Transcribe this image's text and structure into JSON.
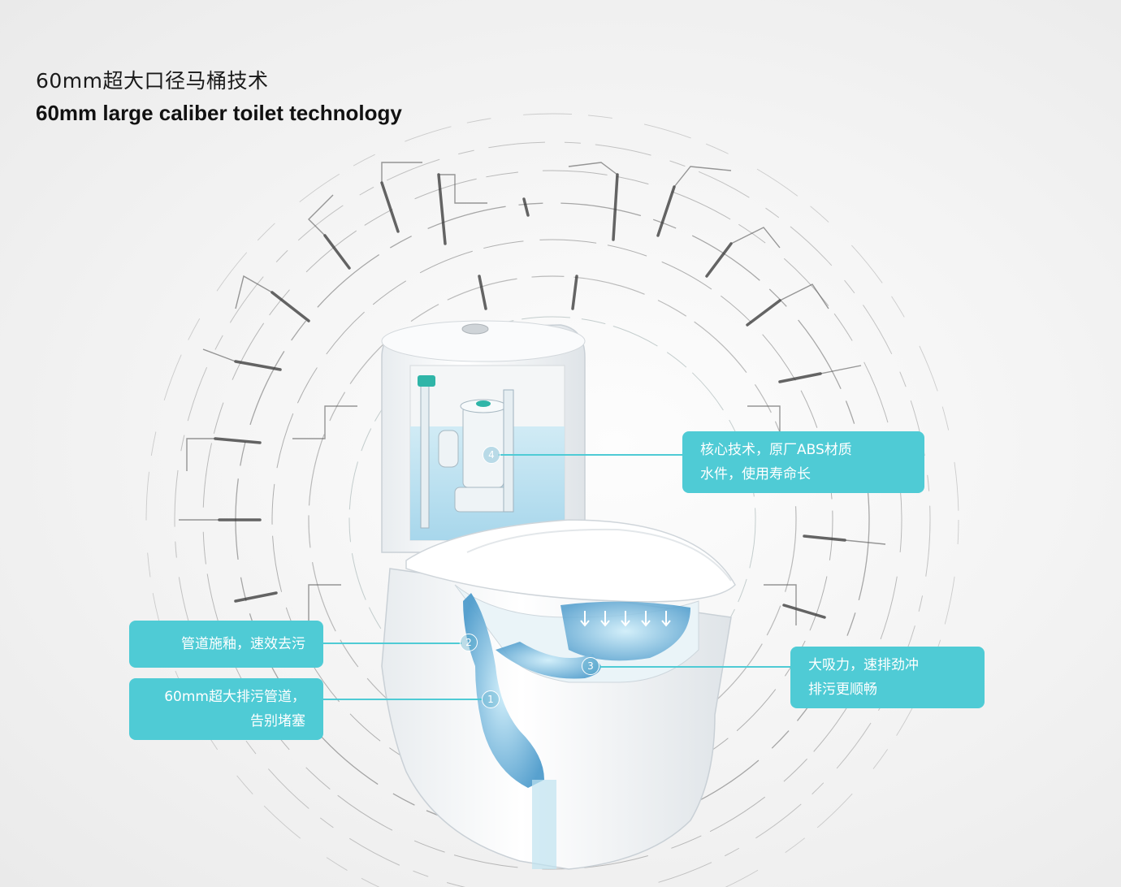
{
  "heading": {
    "title_cn": "60mm超大口径马桶技术",
    "title_en": "60mm large caliber toilet technology"
  },
  "callouts": [
    {
      "marker": "4",
      "lines": [
        "核心技术，原厂ABS材质",
        "水件，使用寿命长"
      ]
    },
    {
      "marker": "2",
      "lines": [
        "管道施釉，速效去污"
      ]
    },
    {
      "marker": "1",
      "lines": [
        "60mm超大排污管道，",
        "告别堵塞"
      ]
    },
    {
      "marker": "3",
      "lines": [
        "大吸力，速排劲冲",
        "排污更顺畅"
      ]
    }
  ],
  "colors": {
    "callout_bg": "#4fcbd5",
    "water": "#7ec8e3",
    "ceramic": "#ffffff"
  }
}
